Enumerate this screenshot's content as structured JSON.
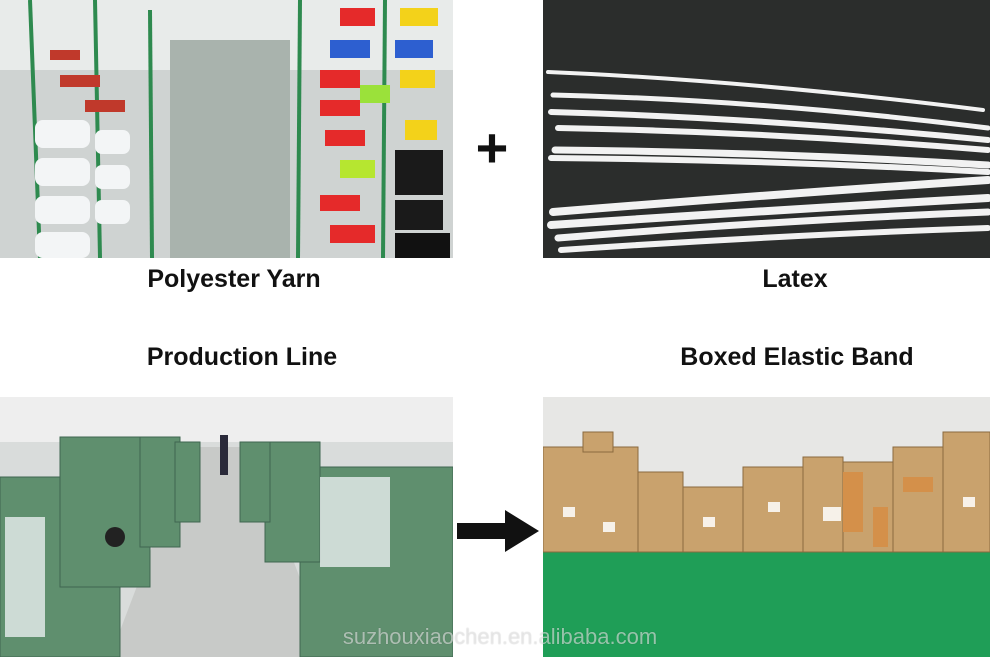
{
  "captions": {
    "yarn": "Polyester Yarn",
    "latex": "Latex",
    "production": "Production Line",
    "boxed": "Boxed Elastic Band"
  },
  "symbols": {
    "plus": "+"
  },
  "watermark": "suzhouxiaochen.en.alibaba.com",
  "colors": {
    "arrow": "#111111",
    "floor_green": "#1f9e57",
    "machine_green": "#5f8f6e"
  }
}
